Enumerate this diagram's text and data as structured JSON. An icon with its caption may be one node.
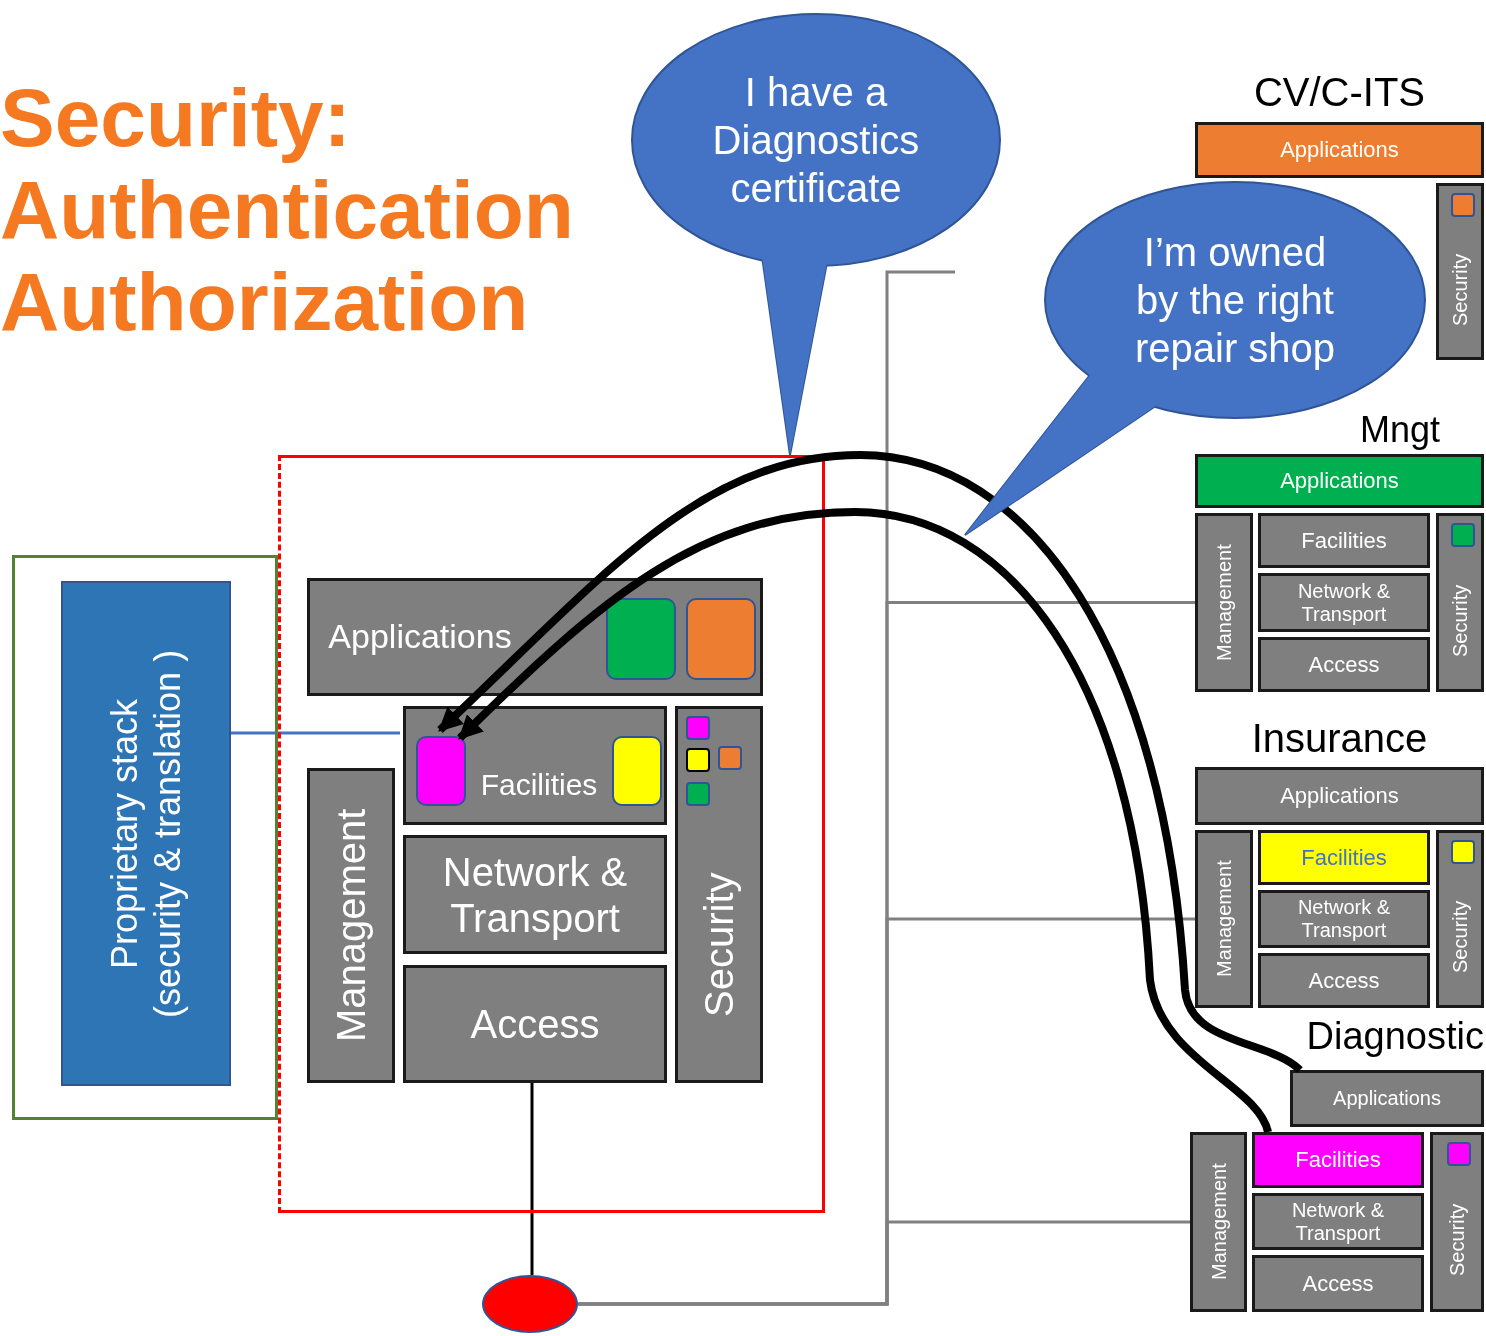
{
  "diagram": {
    "title": "Security: Authentication Authorization",
    "nodes": [
      {
        "text": [
          "I have a Diagnostics certificate"
        ]
      },
      {
        "text": [
          "I’m owned by the right repair shop"
        ]
      },
      {
        "text": [],
        "shape": "box"
      },
      {
        "text": [
          "Proprietary stack (security & translation )"
        ],
        "in": 2
      },
      {
        "text": [],
        "shape": "box"
      },
      {
        "text": [
          "Applications"
        ],
        "in": 4
      },
      {
        "text": [],
        "shape": "box",
        "in": 5
      },
      {
        "text": [],
        "shape": "box",
        "in": 5
      },
      {
        "text": [
          "Management"
        ],
        "in": 4
      },
      {
        "text": [
          "Facilities"
        ],
        "in": 4
      },
      {
        "text": [],
        "shape": "box",
        "in": 9
      },
      {
        "text": [],
        "shape": "box",
        "in": 9
      },
      {
        "text": [
          "Security"
        ],
        "in": 4
      },
      {
        "text": [],
        "shape": "box",
        "in": 12
      },
      {
        "text": [],
        "shape": "box",
        "in": 12
      },
      {
        "text": [],
        "shape": "box",
        "in": 12
      },
      {
        "text": [],
        "shape": "box",
        "in": 12
      },
      {
        "text": [
          "Network & Transport"
        ],
        "in": 4
      },
      {
        "text": [
          "Access"
        ],
        "in": 4
      },
      {
        "text": [],
        "shape": "circle"
      },
      {
        "text": [
          "Applications"
        ]
      },
      {
        "text": [
          "Security"
        ]
      },
      {
        "text": [],
        "shape": "box",
        "in": 21
      },
      {
        "text": [
          "Applications"
        ]
      },
      {
        "text": [
          "Management"
        ]
      },
      {
        "text": [
          "Facilities"
        ]
      },
      {
        "text": [
          "Network & Transport"
        ]
      },
      {
        "text": [
          "Access"
        ]
      },
      {
        "text": [
          "Security"
        ]
      },
      {
        "text": [],
        "shape": "box",
        "in": 28
      },
      {
        "text": [
          "Applications"
        ]
      },
      {
        "text": [
          "Management"
        ]
      },
      {
        "text": [
          "Facilities"
        ]
      },
      {
        "text": [
          "Network & Transport"
        ]
      },
      {
        "text": [
          "Access"
        ]
      },
      {
        "text": [
          "Security"
        ]
      },
      {
        "text": [],
        "shape": "box",
        "in": 35
      },
      {
        "text": [
          "Applications"
        ]
      },
      {
        "text": [
          "Management"
        ]
      },
      {
        "text": [
          "Facilities"
        ]
      },
      {
        "text": [
          "Network & Transport"
        ]
      },
      {
        "text": [
          "Access"
        ]
      },
      {
        "text": [
          "Security"
        ]
      },
      {
        "text": [],
        "shape": "box",
        "in": 42
      }
    ],
    "edges": [
      {
        "from": 3,
        "to": 9,
        "arrow": "none",
        "color": "#4472c4"
      },
      {
        "from": 18,
        "to": 19,
        "arrow": "none",
        "color": "#000000"
      },
      {
        "from": 19,
        "to": null,
        "arrow": "none",
        "color": "#808080"
      },
      {
        "from": 19,
        "to": 24,
        "arrow": "none",
        "color": "#808080"
      },
      {
        "from": 19,
        "to": 31,
        "arrow": "none",
        "color": "#808080"
      },
      {
        "from": 19,
        "to": 38,
        "arrow": "none",
        "color": "#808080"
      },
      {
        "from": 39,
        "to": 10,
        "arrow": "to",
        "style": "thick",
        "color": "#000000"
      },
      {
        "from": 37,
        "to": 10,
        "arrow": "to",
        "style": "thick",
        "color": "#000000"
      }
    ],
    "labels": [
      "CV/C-ITS",
      "Mngt",
      "Insurance",
      "Diagnostic"
    ]
  }
}
